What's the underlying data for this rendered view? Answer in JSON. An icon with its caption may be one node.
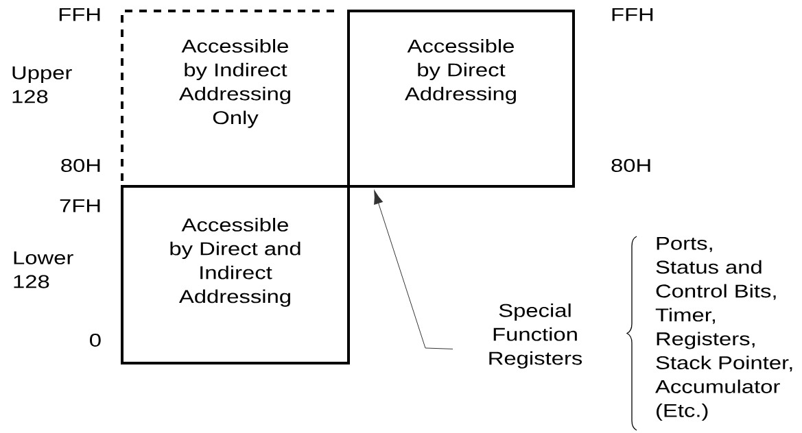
{
  "diagram": {
    "nodes": [
      {
        "text": [
          "Accessible by Indirect Addressing Only"
        ]
      },
      {
        "text": [
          "Accessible by Direct Addressing"
        ]
      },
      {
        "text": [
          "Accessible by Direct and Indirect Addressing"
        ]
      },
      {
        "text": [
          "Special Function Registers"
        ]
      }
    ],
    "edges": [
      {
        "from": 3,
        "to": 1,
        "arrow": "to"
      }
    ],
    "labels": [
      "FFH",
      "FFH",
      "Upper 128",
      "80H",
      "80H",
      "7FH",
      "Lower 128",
      "0",
      "Ports,",
      "Status and Control Bits,",
      "Timer,",
      "Registers,",
      "Stack Pointer,",
      "Accumulator (Etc.)"
    ]
  }
}
